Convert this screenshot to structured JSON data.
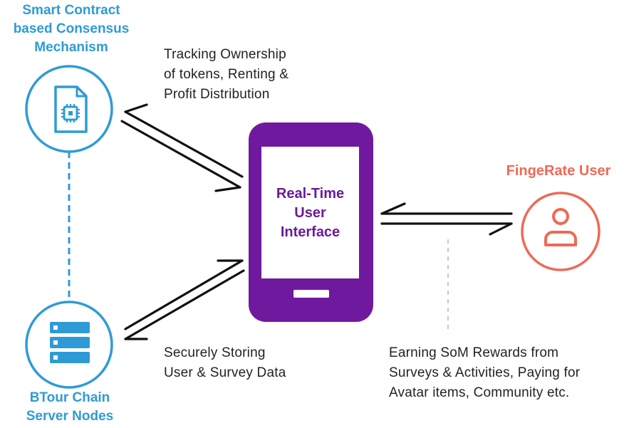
{
  "nodes": {
    "smart_contract": {
      "title_lines": [
        "Smart Contract",
        "based Consensus",
        "Mechanism"
      ],
      "icon": "smart-contract-chip-icon",
      "color": "#2e9bd6"
    },
    "server_nodes": {
      "title_lines": [
        "BTour Chain",
        "Server Nodes"
      ],
      "icon": "server-stack-icon",
      "color": "#2e9bd6"
    },
    "phone": {
      "label_lines": [
        "Real-Time",
        "User",
        "Interface"
      ],
      "color": "#6a1a9a"
    },
    "user": {
      "title": "FingeRate User",
      "icon": "user-icon",
      "color": "#ee6a55"
    }
  },
  "notes": {
    "top": [
      "Tracking Ownership",
      "of tokens, Renting &",
      "Profit Distribution"
    ],
    "bottom": [
      "Securely Storing",
      "User & Survey Data"
    ],
    "right": [
      "Earning SoM Rewards from",
      "Surveys & Activities, Paying for",
      "Avatar items, Community etc."
    ]
  }
}
